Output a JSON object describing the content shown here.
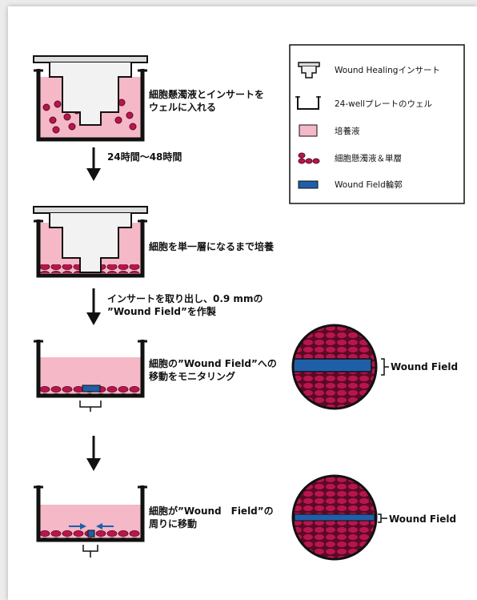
{
  "colors": {
    "medium": "#f4b8c6",
    "cell": "#b8154f",
    "cell_outline": "#5a0a25",
    "insert_fill": "#f2f2f2",
    "insert_cap": "#dcdcdc",
    "wound_field": "#1f5fa8",
    "arrow": "#111111"
  },
  "steps": [
    {
      "text_line1": "細胞懸濁液とインサートを",
      "text_line2": "ウェルに入れる"
    },
    {
      "text_line1": "細胞を単一層になるまで培養"
    },
    {
      "text_line1": "細胞の”Wound Field”への",
      "text_line2": "移動をモニタリング"
    },
    {
      "text_line1": "細胞が”Wound　Field”の",
      "text_line2": "周りに移動"
    }
  ],
  "transitions": [
    {
      "text_line1": "24時間〜48時間"
    },
    {
      "text_line1": "インサートを取り出し、0.9 mmの",
      "text_line2": "”Wound Field”を作製"
    },
    {
      "text_line1": ""
    }
  ],
  "legend": {
    "items": [
      {
        "icon": "insert-icon",
        "label": "Wound Healingインサート"
      },
      {
        "icon": "well-icon",
        "label": "24-wellプレートのウェル"
      },
      {
        "icon": "medium-swatch-icon",
        "label": "培養液"
      },
      {
        "icon": "cells-icon",
        "label": "細胞懸濁液＆単層"
      },
      {
        "icon": "wound-field-swatch-icon",
        "label": "Wound Field輪郭"
      }
    ]
  },
  "wound_labels": [
    "Wound Field",
    "Wound Field"
  ]
}
